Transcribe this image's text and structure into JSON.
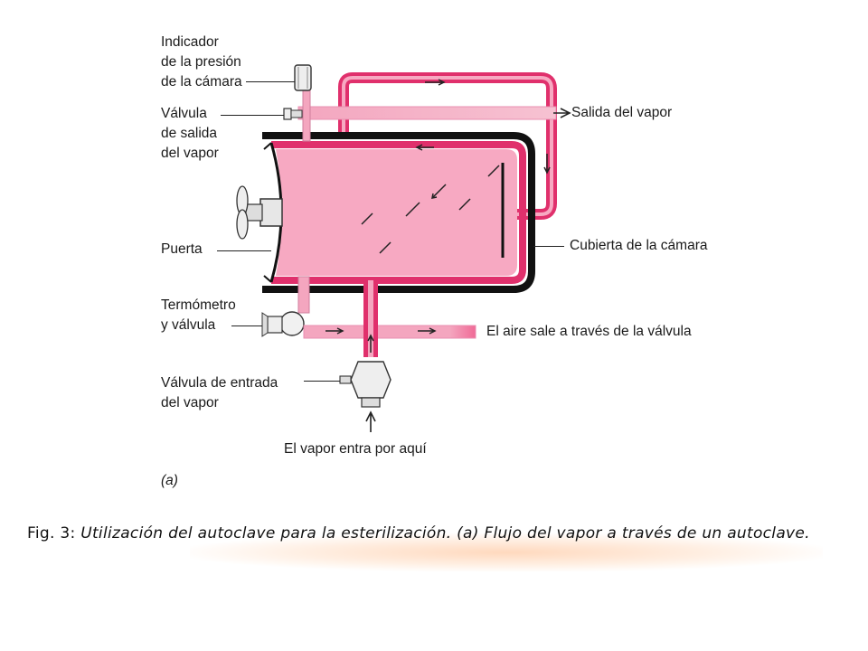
{
  "labels": {
    "indicador": "Indicador\nde la presión\nde la cámara",
    "valvula_salida": "Válvula\nde salida\ndel vapor",
    "puerta": "Puerta",
    "termometro": "Termómetro\ny válvula",
    "valvula_entrada": "Válvula de entrada\ndel vapor",
    "vapor_entra": "El vapor entra por aquí",
    "figura_parte": "(a)",
    "salida_vapor": "Salida del vapor",
    "cubierta": "Cubierta de la cámara",
    "aire_sale": "El aire sale a través de la válvula"
  },
  "caption": {
    "prefix": "Fig. 3: ",
    "text": "Utilización del autoclave para la esterilización. (a) Flujo del vapor a través de un autoclave."
  },
  "colors": {
    "chamber_fill": "#f7a9c2",
    "steam_pipe": "#e0306c",
    "steam_pipe_light": "#f4a6bf",
    "jacket": "#111111",
    "caption_glow": "#ffb070"
  },
  "icons": [
    "gauge-icon",
    "valve-icon",
    "door-handle-icon",
    "thermometer-valve-icon",
    "inlet-valve-icon",
    "flow-arrow-icon"
  ]
}
